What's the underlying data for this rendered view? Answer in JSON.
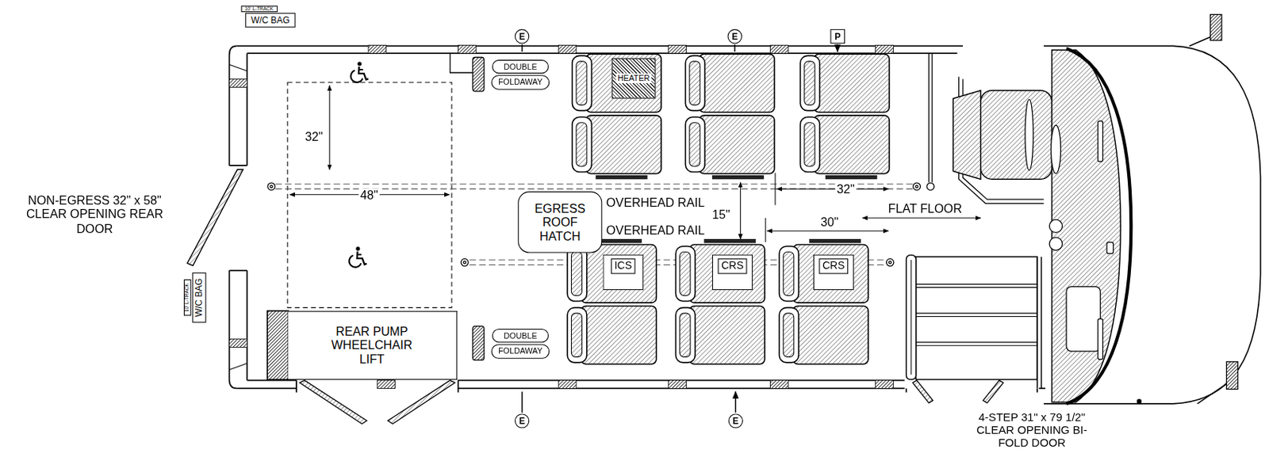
{
  "diagram": {
    "nodes": [
      {
        "text": [
          "10' L-TRACK"
        ]
      },
      {
        "text": [
          "W/C BAG"
        ]
      },
      {
        "text": [
          "10' L-TRACK"
        ]
      },
      {
        "text": [
          "W/C BAG"
        ]
      },
      {
        "text": [
          "E"
        ]
      },
      {
        "text": [
          "E"
        ]
      },
      {
        "text": [
          "P"
        ]
      },
      {
        "text": [
          "DOUBLE",
          "FOLDAWAY"
        ]
      },
      {
        "text": [
          "HEATER"
        ]
      },
      {
        "text": [
          "EGRESS ROOF HATCH"
        ]
      },
      {
        "text": [
          "ICS"
        ]
      },
      {
        "text": [
          "CRS"
        ]
      },
      {
        "text": [
          "CRS"
        ]
      },
      {
        "text": [
          "REAR PUMP WHEELCHAIR LIFT"
        ]
      },
      {
        "text": [
          "DOUBLE",
          "FOLDAWAY"
        ]
      },
      {
        "text": [
          "E"
        ]
      },
      {
        "text": [
          "E"
        ]
      }
    ],
    "labels": [
      "NON-EGRESS 32\" x 58\" CLEAR OPENING REAR DOOR",
      "32\"",
      "48\"",
      "OVERHEAD RAIL",
      "OVERHEAD RAIL",
      "15\"",
      "32\"",
      "30\"",
      "FLAT FLOOR",
      "4-STEP 31\" x 79 1/2\" CLEAR OPENING BI-FOLD DOOR"
    ]
  }
}
